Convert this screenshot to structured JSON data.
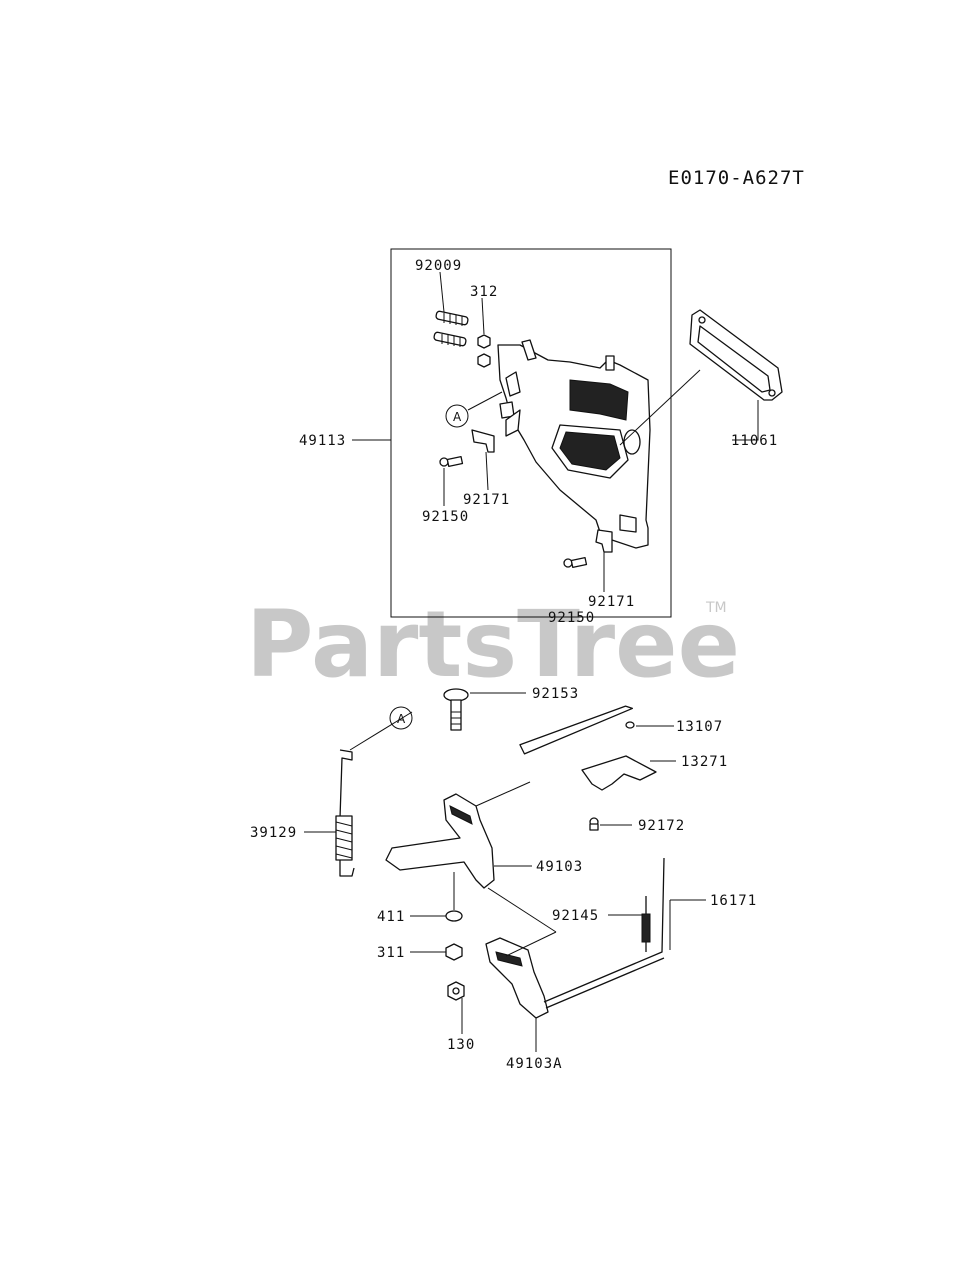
{
  "diagram_code": "E0170-A627T",
  "watermark": {
    "text": "PartsTree",
    "trademark": "TM"
  },
  "callout": "A",
  "labels": {
    "p92009": "92009",
    "p312": "312",
    "p49113": "49113",
    "p11061": "11061",
    "p92171_a": "92171",
    "p92150_a": "92150",
    "p92171_b": "92171",
    "p92150_b": "92150",
    "p92153": "92153",
    "p13107": "13107",
    "p13271": "13271",
    "p92172": "92172",
    "p39129": "39129",
    "p49103": "49103",
    "p16171": "16171",
    "p92145": "92145",
    "p411": "411",
    "p311": "311",
    "p130": "130",
    "p49103A": "49103A"
  }
}
